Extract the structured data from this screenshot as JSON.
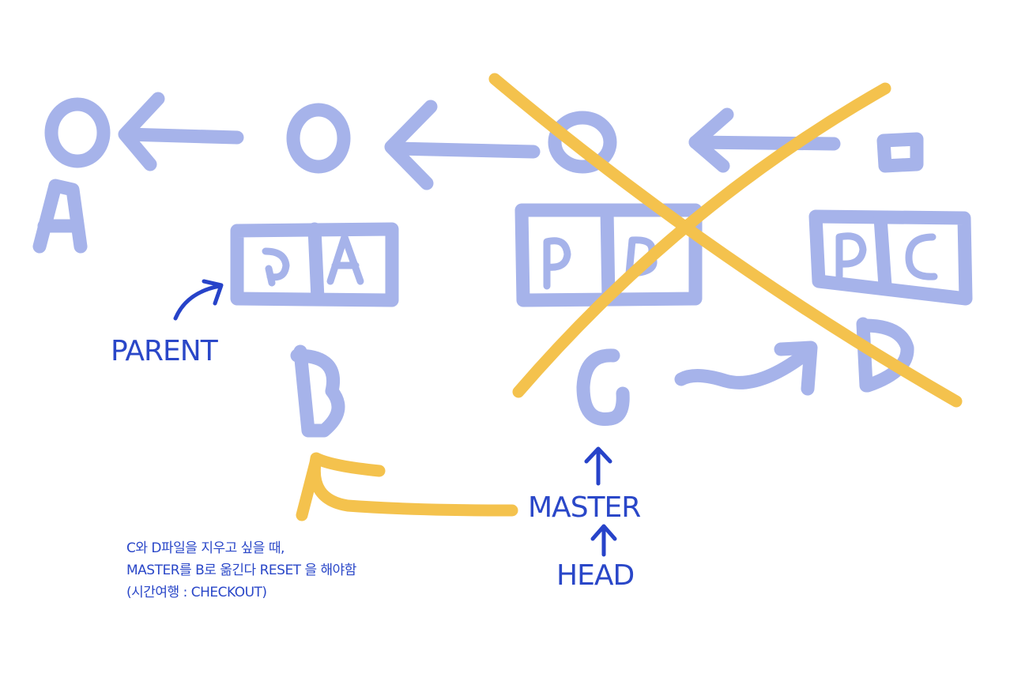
{
  "labels": {
    "parent": "PARENT",
    "master": "MASTER",
    "head": "HEAD"
  },
  "note": {
    "line1": "C와 D파일을 지우고 싶을 때,",
    "line2": "MASTER를 B로 옮긴다  RESET 을 해야함",
    "line3": "(시간여행 : CHECKOUT)"
  },
  "colors": {
    "sketch": "#a6b3ea",
    "ink": "#2743c9",
    "cross_mark": "#f4c24d"
  }
}
